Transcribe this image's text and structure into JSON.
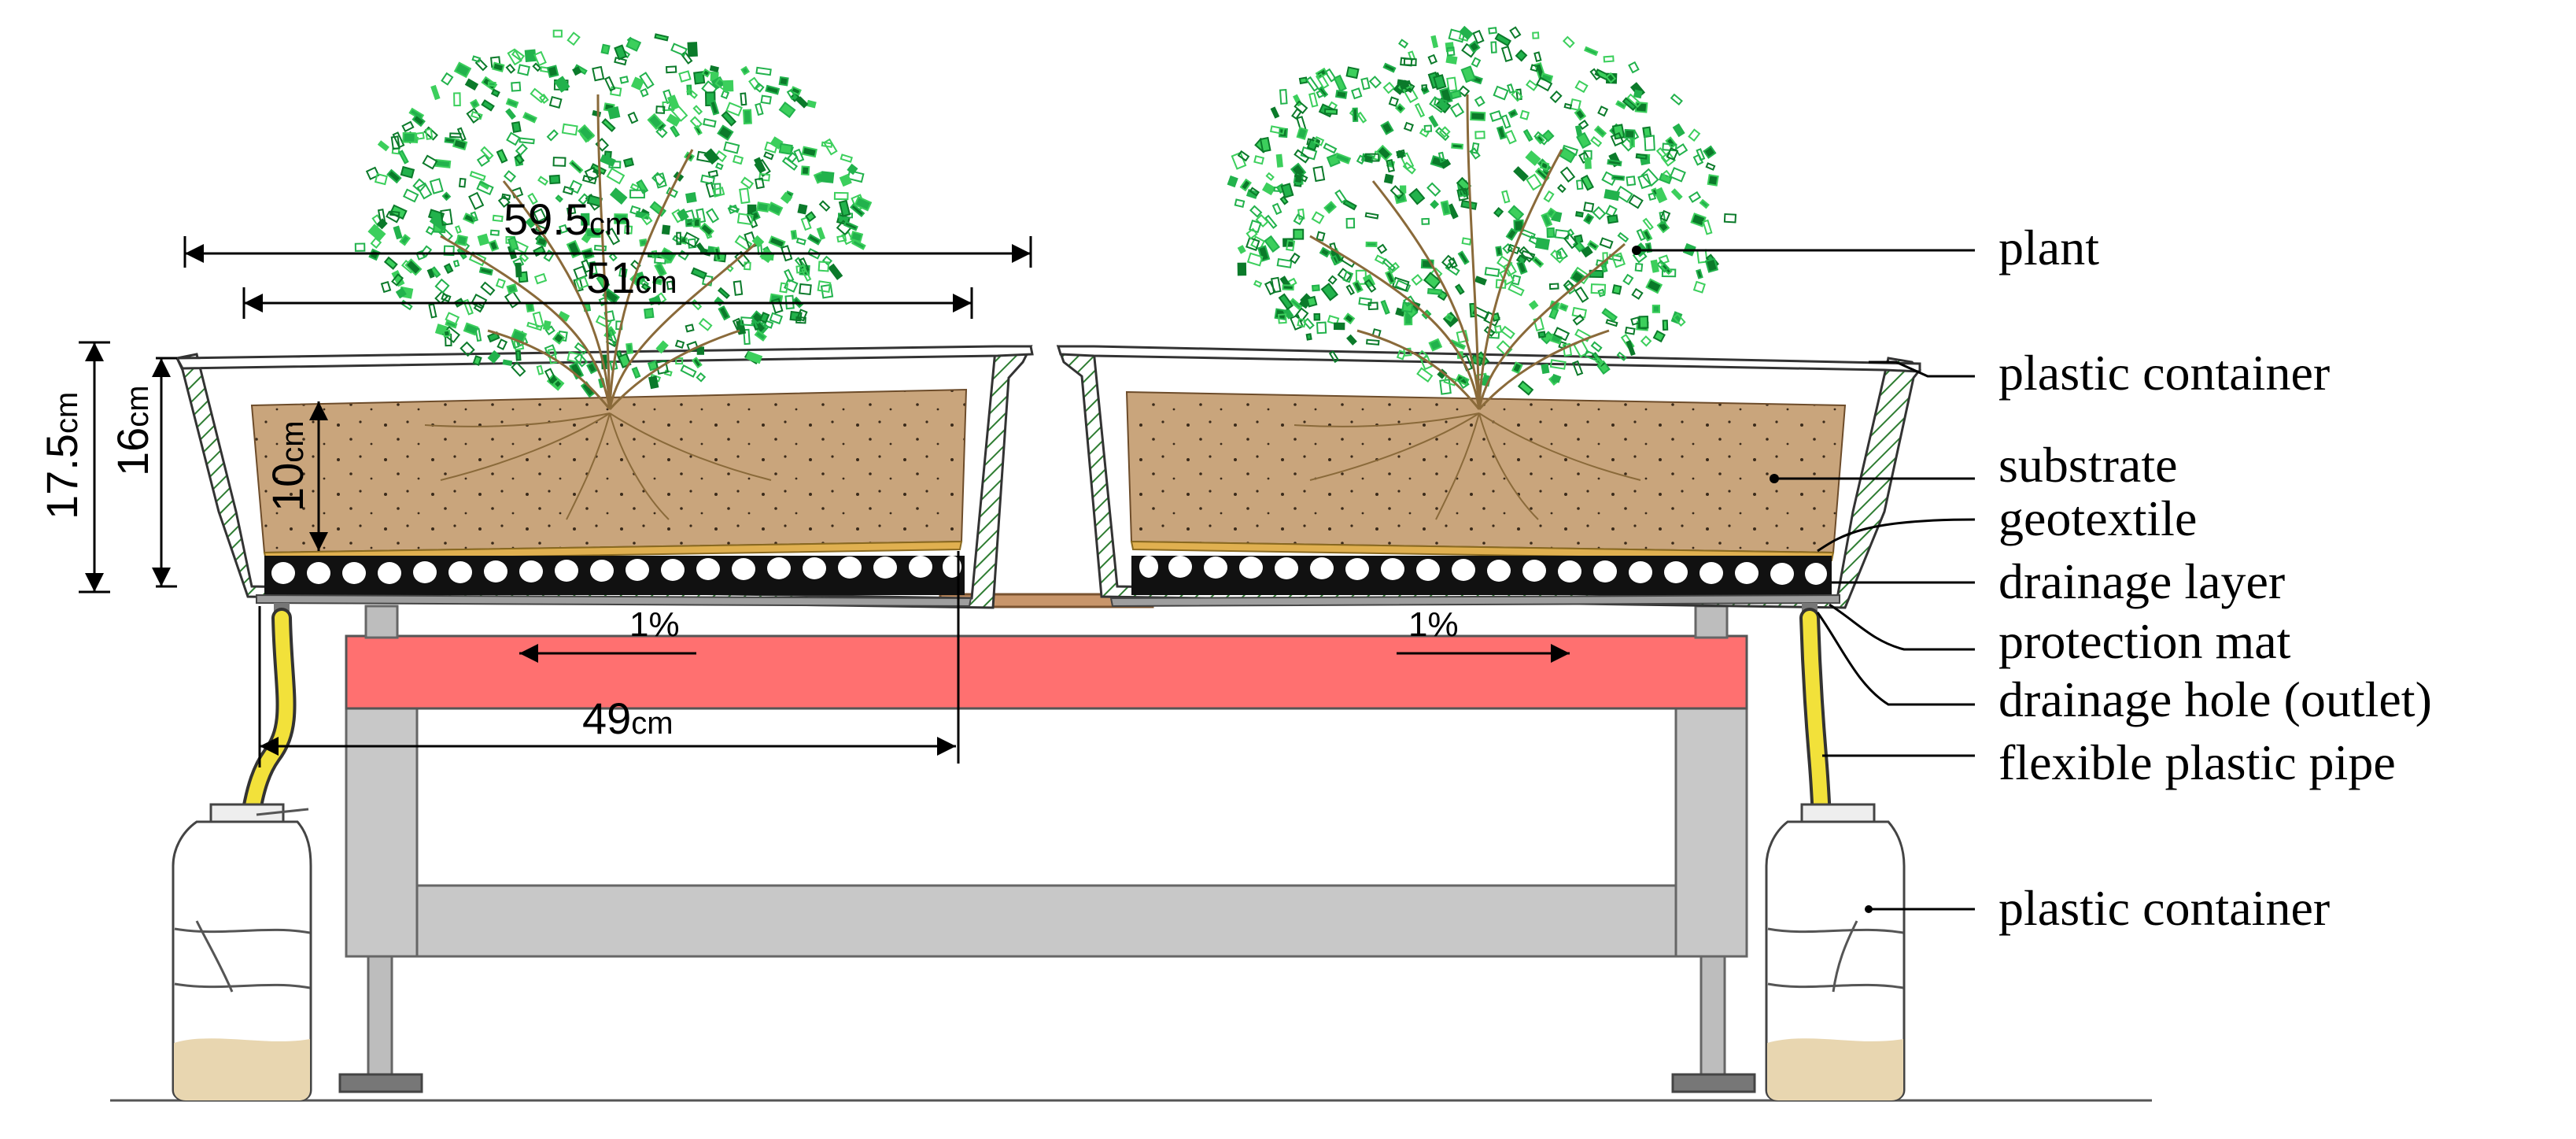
{
  "dimensions": {
    "width_outer": "59.5",
    "width_inner": "51",
    "height_outer": "17.5",
    "height_inner": "16",
    "substrate_depth": "10",
    "half_span": "49",
    "unit": "cm",
    "slope_left": "1%",
    "slope_right": "1%"
  },
  "labels": {
    "plant": "plant",
    "plastic_container_top": "plastic container",
    "substrate": "substrate",
    "geotextile": "geotextile",
    "drainage_layer": "drainage layer",
    "protection_mat": "protection mat",
    "drainage_hole": "drainage hole (outlet)",
    "flexible_pipe": "flexible plastic pipe",
    "plastic_container_bottom": "plastic container"
  },
  "colors": {
    "foliage": "#22b24c",
    "foliage_dark": "#0b7a2a",
    "substrate": "#c9a57c",
    "drainage": "#111111",
    "table_top": "#ff7070",
    "table_frame": "#c8c8c8",
    "pipe": "#f2e13a",
    "board": "#c8956a",
    "water": "#e8d6b0"
  }
}
